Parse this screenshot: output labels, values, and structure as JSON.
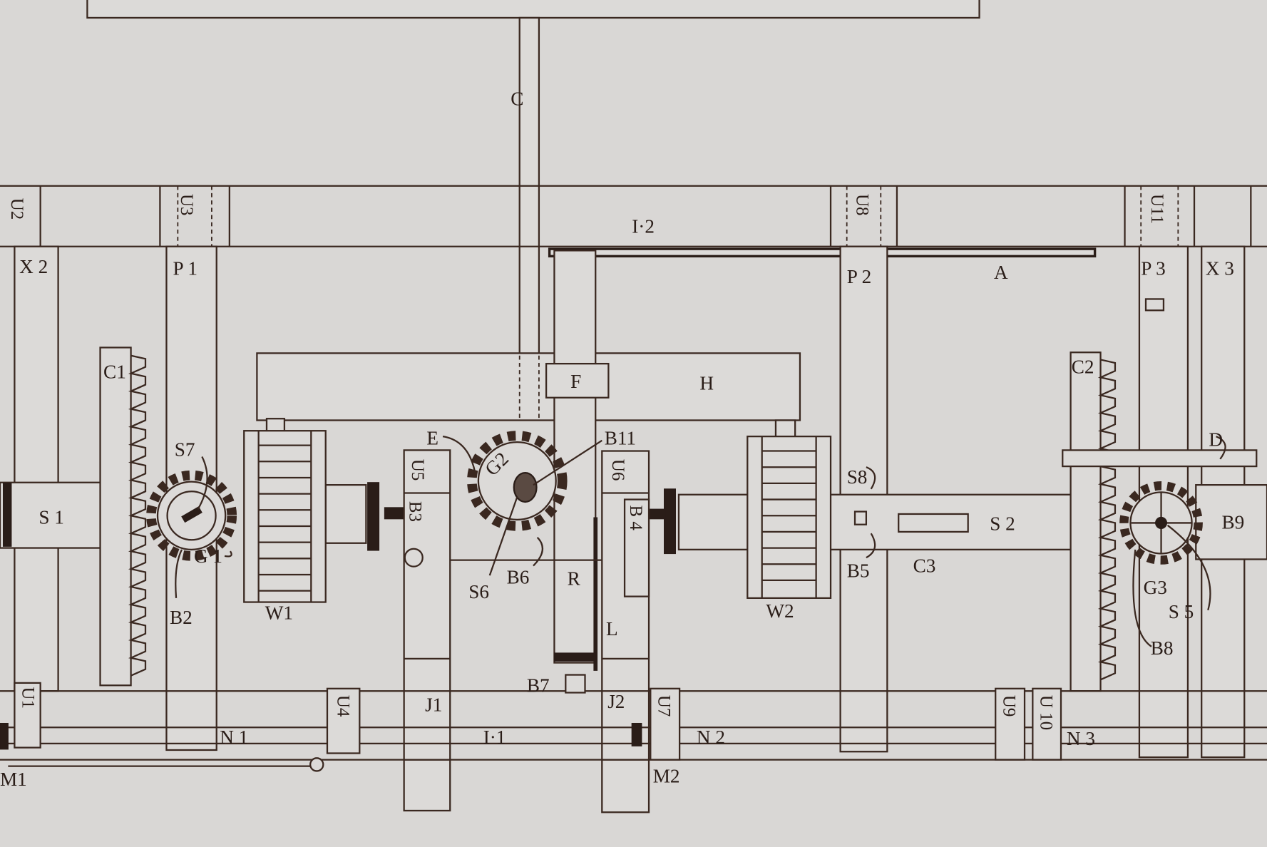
{
  "diagram": {
    "colors": {
      "paper": "#d9d7d5",
      "ink": "#3a2820"
    },
    "labels": {
      "C": "C",
      "U2": "U2",
      "U3": "U3",
      "I2": "I·2",
      "U8": "U8",
      "U11": "U11",
      "X2": "X 2",
      "P1": "P 1",
      "P2": "P 2",
      "A": "A",
      "P3": "P 3",
      "X3": "X 3",
      "C1": "C1",
      "C2": "C2",
      "S7": "S7",
      "F": "F",
      "H": "H",
      "E": "E",
      "B11": "B11",
      "G2": "G2",
      "U5": "U5",
      "U6": "U6",
      "S8": "S8",
      "D": "D",
      "S1": "S 1",
      "G1": "G 1",
      "B3": "B3",
      "B4": "B 4",
      "S2": "S 2",
      "B9": "B9",
      "B2": "B2",
      "W1": "W1",
      "S6": "S6",
      "B6": "B6",
      "R": "R",
      "B5": "B5",
      "C3": "C3",
      "G3": "G3",
      "S5": "S 5",
      "W2": "W2",
      "L": "L",
      "B8": "B8",
      "B7": "B7",
      "J1": "J1",
      "J2": "J2",
      "U1": "U1",
      "U4": "U4",
      "U7": "U7",
      "U9": "U9",
      "U10": "U 10",
      "N1": "N 1",
      "N2": "N 2",
      "N3": "N 3",
      "I1": "I·1",
      "M1": "M1",
      "M2": "M2"
    }
  }
}
